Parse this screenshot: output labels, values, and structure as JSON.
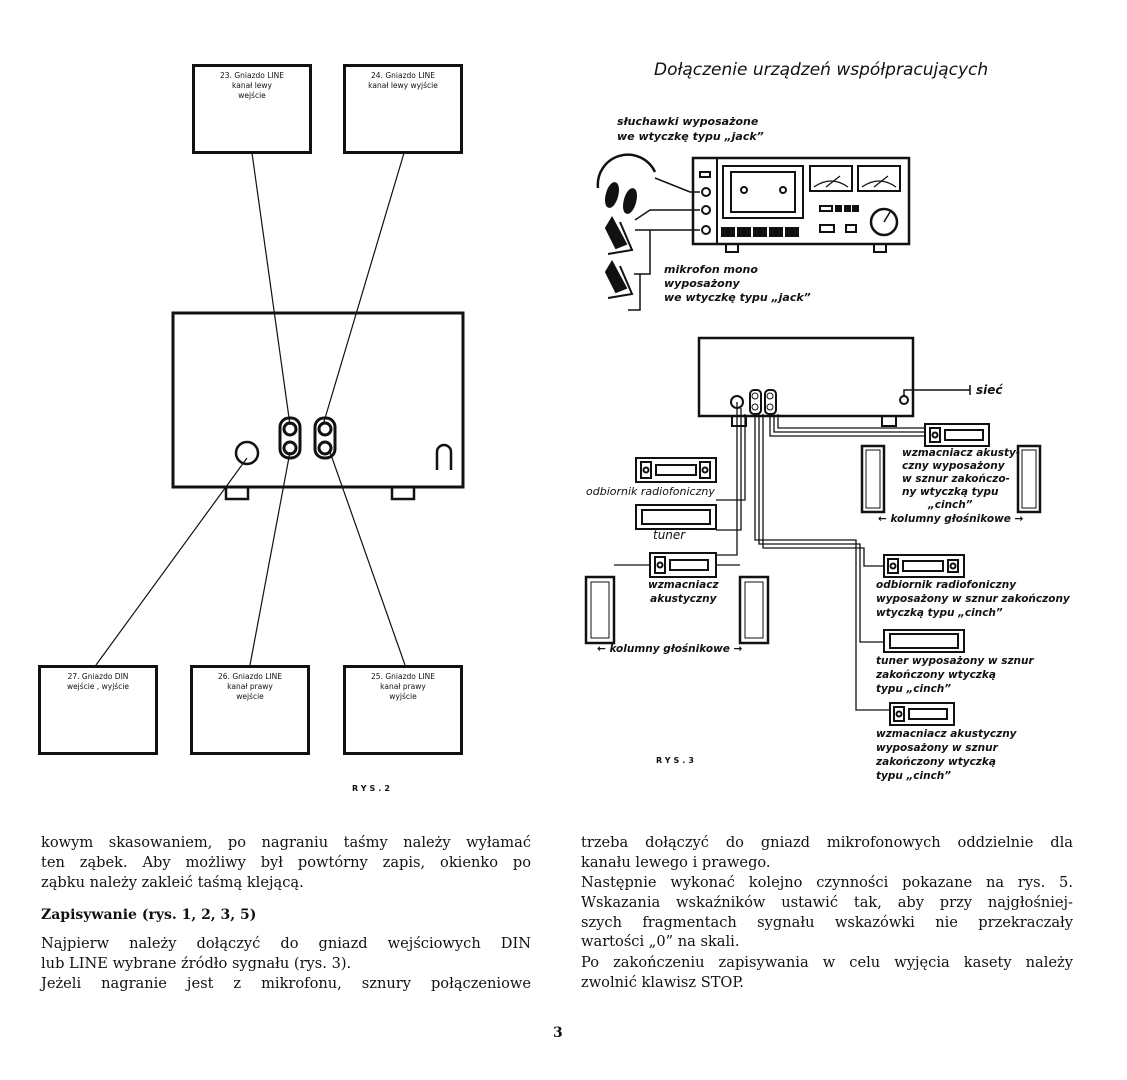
{
  "left_figure": {
    "boxes": [
      {
        "lines": [
          "23. Gniazdo LINE",
          "kanał lewy",
          "wejście"
        ]
      },
      {
        "lines": [
          "24. Gniazdo LINE",
          "kanał lewy wyjście"
        ]
      },
      {
        "lines": [
          "27. Gniazdo DIN",
          "wejście , wyjście"
        ]
      },
      {
        "lines": [
          "26. Gniazdo LINE",
          "kanał prawy",
          "wejście"
        ]
      },
      {
        "lines": [
          "25. Gniazdo LINE",
          "kanał prawy",
          "wyjście"
        ]
      }
    ],
    "caption": "RYS.2"
  },
  "right_figure": {
    "title": "Dołączenie urządzeń współpracujących",
    "headphones_label": [
      "słuchawki wyposażone",
      "we wtyczkę typu „jack”"
    ],
    "microphone_label": [
      "mikrofon mono",
      "wyposażony",
      "we wtyczkę typu „jack”"
    ],
    "mains_label": "sieć",
    "amp_top_label": [
      "wzmacniacz akusty-",
      "czny wyposażony",
      "w sznur zakończo-",
      "ny wtyczką typu",
      "„cinch”"
    ],
    "speakers_top_label": "← kolumny głośnikowe →",
    "radio_left_label": "odbiornik radiofoniczny",
    "tuner_left_label": "tuner",
    "amp_left_label": [
      "wzmacniacz",
      "akustyczny"
    ],
    "speakers_left_label": "← kolumny głośnikowe →",
    "radio_right_label": [
      "odbiornik radiofoniczny",
      "wyposażony w sznur zakończony",
      "wtyczką typu „cinch”"
    ],
    "tuner_right_label": [
      "tuner wyposażony w sznur",
      "zakończony wtyczką",
      "typu „cinch”"
    ],
    "amp_right_label": [
      "wzmacniacz akustyczny",
      "wyposażony w sznur",
      "zakończony wtyczką",
      "typu „cinch”"
    ],
    "caption": "RYS.3"
  },
  "text": {
    "left_col": {
      "p1": [
        "kowym skasowaniem, po nagraniu taśmy należy wyłamać",
        "ten ząbek. Aby możliwy był powtórny zapis, okienko po",
        "ząbku należy zakleić taśmą klejącą."
      ],
      "heading": "Zapisywanie (rys. 1, 2, 3, 5)",
      "p2": [
        "Najpierw należy dołączyć do gniazd wejściowych DIN",
        "lub LINE wybrane źródło sygnału (rys. 3).",
        "Jeżeli nagranie jest z mikrofonu, sznury połączeniowe"
      ]
    },
    "right_col": {
      "p1": [
        "trzeba dołączyć do gniazd mikrofonowych oddzielnie dla",
        "kanału lewego i prawego."
      ],
      "p2": [
        "Następnie wykonać kolejno czynności pokazane na rys. 5.",
        "Wskazania wskaźników ustawić tak, aby przy najgłośniej-",
        "szych fragmentach sygnału wskazówki nie przekraczały",
        "wartości „0” na skali."
      ],
      "p3": [
        "Po zakończeniu zapisywania w celu wyjęcia kasety należy",
        "zwolnić klawisz STOP."
      ]
    },
    "page_number": "3"
  }
}
